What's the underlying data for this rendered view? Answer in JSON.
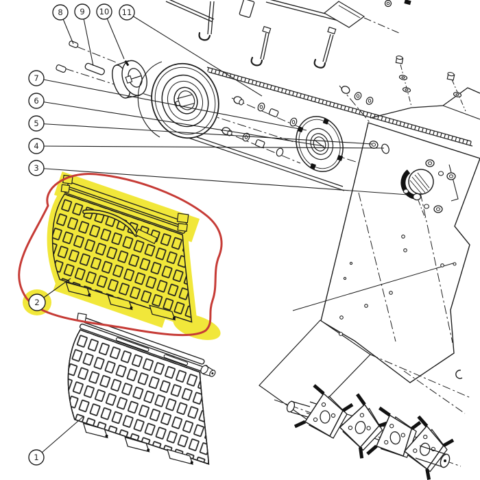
{
  "balloons": [
    {
      "label": "1"
    },
    {
      "label": "2"
    },
    {
      "label": "3"
    },
    {
      "label": "4"
    },
    {
      "label": "5"
    },
    {
      "label": "6"
    },
    {
      "label": "7"
    },
    {
      "label": "8"
    },
    {
      "label": "9"
    },
    {
      "label": "10"
    },
    {
      "label": "11"
    }
  ],
  "colors": {
    "highlight_yellow": "#f1e73a",
    "annotation_red": "#c63b36",
    "line": "#1d1d1d",
    "background": "#ffffff"
  }
}
